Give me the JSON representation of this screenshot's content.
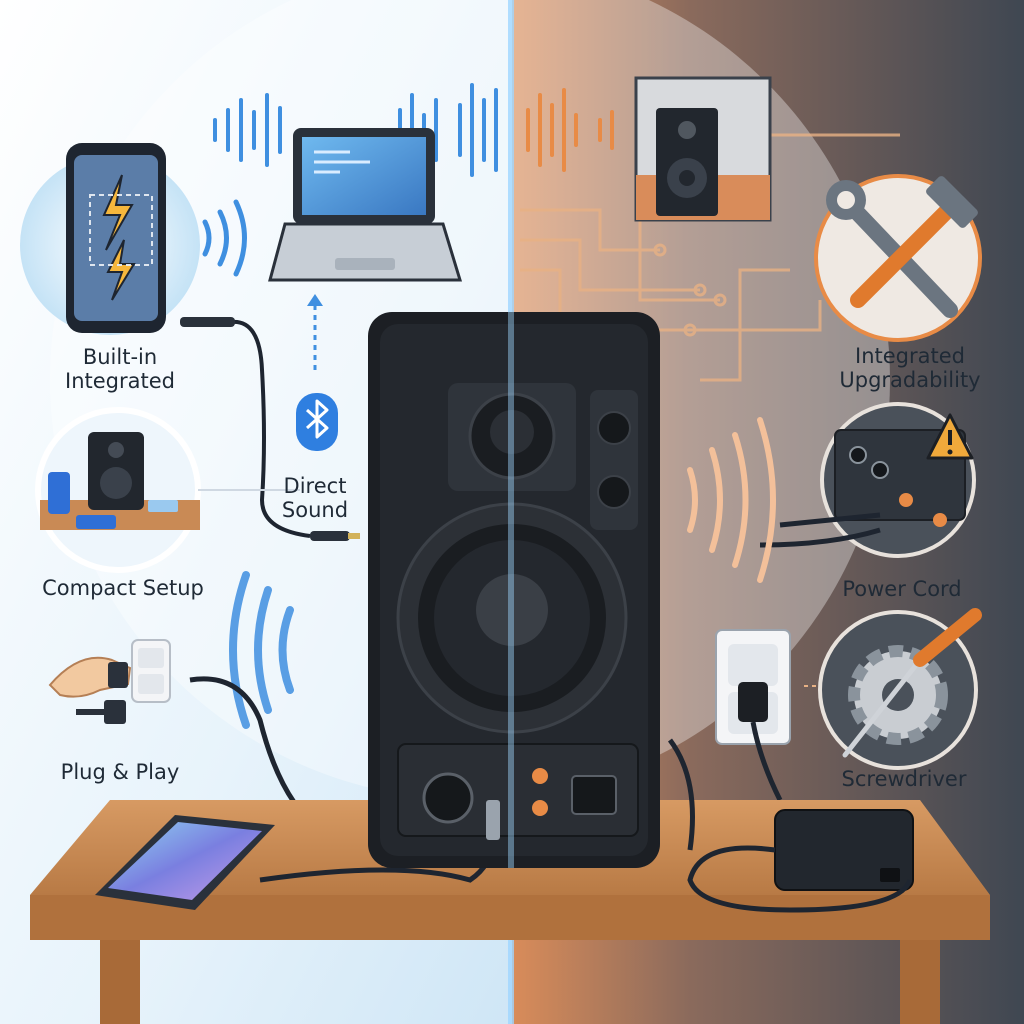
{
  "left_side": {
    "labels": {
      "built_in_line1": "Built-in",
      "built_in_line2": "Integrated",
      "direct_line1": "Direct",
      "direct_line2": "Sound",
      "compact": "Compact Setup",
      "plug": "Plug & Play"
    },
    "icons": [
      "smartphone-icon",
      "laptop-icon",
      "bluetooth-icon",
      "desk-speaker-icon",
      "wall-plug-icon",
      "phone-on-table-icon"
    ]
  },
  "right_side": {
    "labels": {
      "integrated_line1": "Integrated",
      "integrated_line2": "Upgradability",
      "power": "Power Cord",
      "screwdriver": "Screwdriver"
    },
    "icons": [
      "wall-speaker-icon",
      "wrench-hammer-icon",
      "warning-icon",
      "amplifier-icon",
      "outlet-icon",
      "gear-screwdriver-icon",
      "power-adapter-icon"
    ]
  },
  "colors": {
    "left_bg": "#e8f3fb",
    "right_bg": "#4b5563",
    "accent_blue": "#3f8fe0",
    "accent_orange": "#e88b46",
    "speaker": "#1c1f24",
    "table": "#c98a55"
  }
}
